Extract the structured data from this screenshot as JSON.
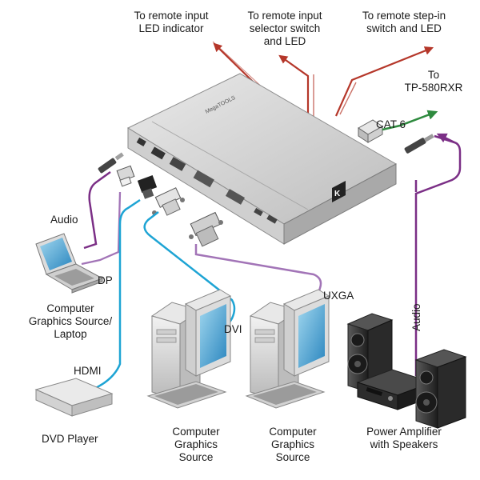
{
  "labels": {
    "remote_input_led": [
      "To remote input",
      "LED indicator"
    ],
    "remote_input_selector": [
      "To remote input",
      "selector switch",
      "and LED"
    ],
    "remote_stepin": [
      "To remote step-in",
      "switch and LED"
    ],
    "tp_580rxr": [
      "To",
      "TP-580RXR"
    ],
    "cat6": "CAT 6",
    "audio_left": "Audio",
    "dp": "DP",
    "laptop": [
      "Computer",
      "Graphics Source/",
      "Laptop"
    ],
    "dvi": "DVI",
    "uxga": "UXGA",
    "hdmi": "HDMI",
    "audio_right": "Audio",
    "dvd": "DVD Player",
    "pc1": [
      "Computer",
      "Graphics",
      "Source"
    ],
    "pc2": [
      "Computer",
      "Graphics",
      "Source"
    ],
    "amp": [
      "Power Amplifier",
      "with Speakers"
    ]
  },
  "device": {
    "brand_text": "MegaTOOLS",
    "logo_letter": "K"
  },
  "colors": {
    "red": "#b5372a",
    "green": "#2e8a3e",
    "purple": "#7b2f86",
    "purple_light": "#a274b7",
    "cyan": "#1ea4d4"
  }
}
